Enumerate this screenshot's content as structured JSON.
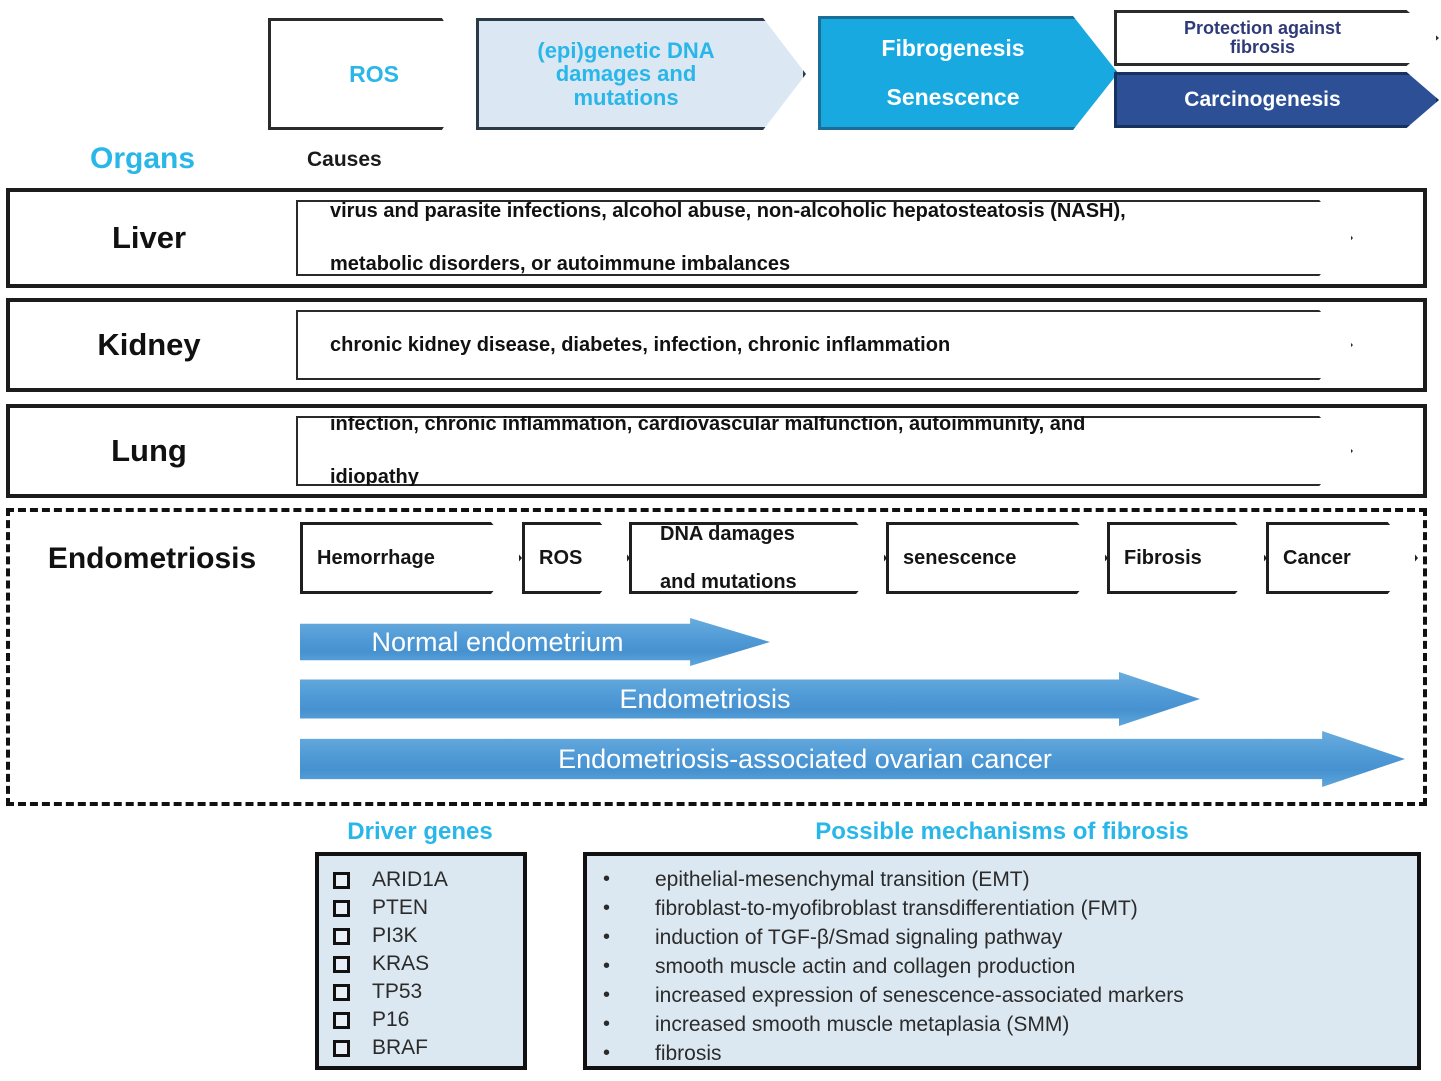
{
  "pathway": {
    "steps": [
      {
        "id": "ros",
        "label": "ROS"
      },
      {
        "id": "dna",
        "line1": "(epi)genetic DNA",
        "line2": "damages  and",
        "line3": "mutations"
      },
      {
        "id": "fibrogenesis",
        "line1": "Fibrogenesis",
        "line2": "Senescence"
      }
    ],
    "outcomes": [
      {
        "id": "protection",
        "line1": "Protection against",
        "line2": "fibrosis"
      },
      {
        "id": "carcinogenesis",
        "label": "Carcinogenesis"
      }
    ]
  },
  "headers": {
    "organs": "Organs",
    "causes": "Causes"
  },
  "organ_rows": [
    {
      "organ": "Liver",
      "cause_line1": "virus and parasite infections, alcohol abuse, non-alcoholic hepatosteatosis (NASH),",
      "cause_line2": "metabolic disorders, or autoimmune imbalances"
    },
    {
      "organ": "Kidney",
      "cause_line1": "chronic kidney disease, diabetes, infection, chronic inflammation",
      "cause_line2": ""
    },
    {
      "organ": "Lung",
      "cause_line1": "infection, chronic inflammation, cardiovascular malfunction, autoimmunity, and",
      "cause_line2": "idiopathy"
    }
  ],
  "endometriosis": {
    "organ": "Endometriosis",
    "steps": [
      {
        "line1": "Hemorrhage",
        "line2": ""
      },
      {
        "line1": "ROS",
        "line2": ""
      },
      {
        "line1": "DNA damages",
        "line2": "and mutations"
      },
      {
        "line1": "senescence",
        "line2": ""
      },
      {
        "line1": "Fibrosis",
        "line2": ""
      },
      {
        "line1": "Cancer",
        "line2": ""
      }
    ],
    "progression_arrows": [
      {
        "label": "Normal endometrium"
      },
      {
        "label": "Endometriosis"
      },
      {
        "label": "Endometriosis-associated ovarian cancer"
      }
    ]
  },
  "driver_genes": {
    "title": "Driver genes",
    "items": [
      "ARID1A",
      "PTEN",
      "PI3K",
      "KRAS",
      "TP53",
      "P16",
      "BRAF"
    ]
  },
  "mechanisms": {
    "title": "Possible  mechanisms  of fibrosis",
    "bullet": "•",
    "items": [
      "epithelial-mesenchymal transition (EMT)",
      "fibroblast-to-myofibroblast transdifferentiation (FMT)",
      "induction of TGF-β/Smad signaling pathway",
      "smooth muscle actin and collagen production",
      "increased expression of senescence-associated markers",
      "increased smooth muscle metaplasia (SMM)",
      "fibrosis"
    ]
  },
  "colors": {
    "cyan": "#29b6e8",
    "light_blue_fill": "#dbe8f3",
    "bright_blue": "#18a9e0",
    "navy": "#2c4f96",
    "navy_text": "#2f3a78",
    "arrow_blue": "#4f9ad6",
    "panel_fill": "#dce8f1"
  }
}
